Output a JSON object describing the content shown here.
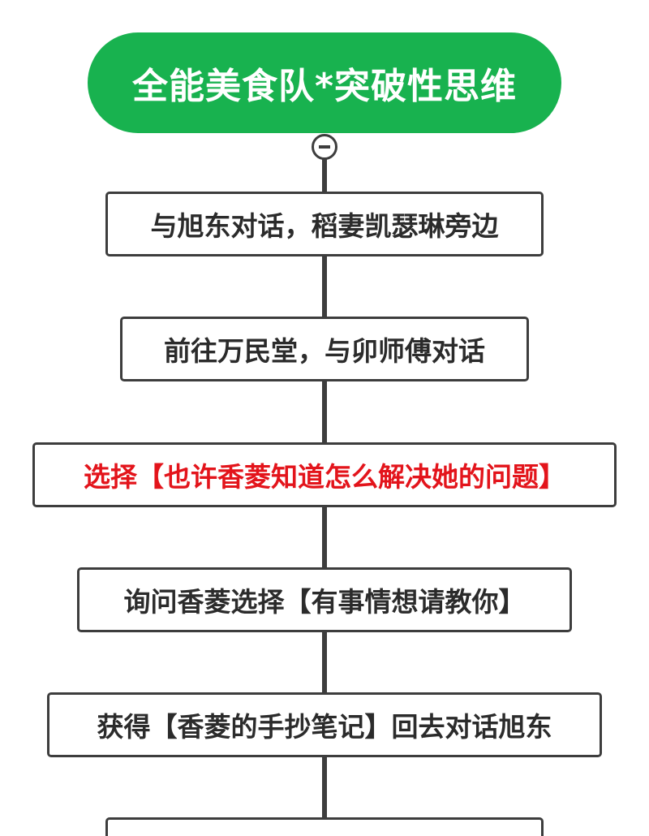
{
  "root": {
    "title": "全能美食队*突破性思维",
    "color": "#18b24f"
  },
  "steps": [
    {
      "text": "与旭东对话，稻妻凯瑟琳旁边",
      "highlight": false
    },
    {
      "text": "前往万民堂，与卯师傅对话",
      "highlight": false
    },
    {
      "text": "选择【也许香菱知道怎么解决她的问题】",
      "highlight": true
    },
    {
      "text": "询问香菱选择【有事情想请教你】",
      "highlight": false
    },
    {
      "text": "获得【香菱的手抄笔记】回去对话旭东",
      "highlight": false
    },
    {
      "text": "",
      "highlight": false
    }
  ],
  "colors": {
    "line": "#3d3d3d",
    "highlight_text": "#e3141b",
    "normal_text": "#2b2b2b"
  },
  "icons": {
    "collapse": "minus-circle-icon"
  }
}
